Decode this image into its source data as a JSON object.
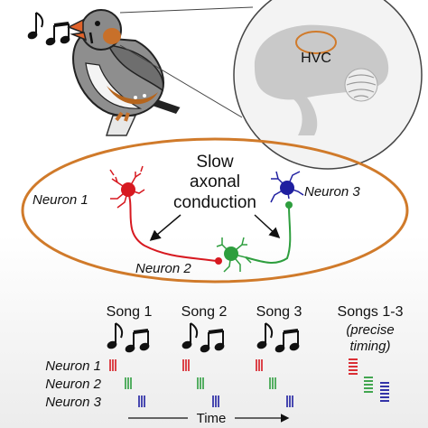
{
  "brain": {
    "region_label": "HVC"
  },
  "center_text": {
    "line1": "Slow",
    "line2": "axonal",
    "line3": "conduction"
  },
  "neurons": [
    {
      "label": "Neuron 1",
      "color": "#d71920"
    },
    {
      "label": "Neuron 2",
      "color": "#2e9e3e"
    },
    {
      "label": "Neuron 3",
      "color": "#1f1fa0"
    }
  ],
  "songs": [
    {
      "label": "Song 1"
    },
    {
      "label": "Song 2"
    },
    {
      "label": "Song 3"
    },
    {
      "label": "Songs 1-3",
      "note1": "(precise",
      "note2": "timing)"
    }
  ],
  "time_label": "Time",
  "colors": {
    "ellipse": "#d07a2a",
    "beak": "#e0622a",
    "cheek": "#c8702a"
  },
  "icons": [
    "music-notes-icon",
    "zebra-finch-illustration",
    "brain-icon",
    "neuron-icon",
    "arrow-icon"
  ]
}
